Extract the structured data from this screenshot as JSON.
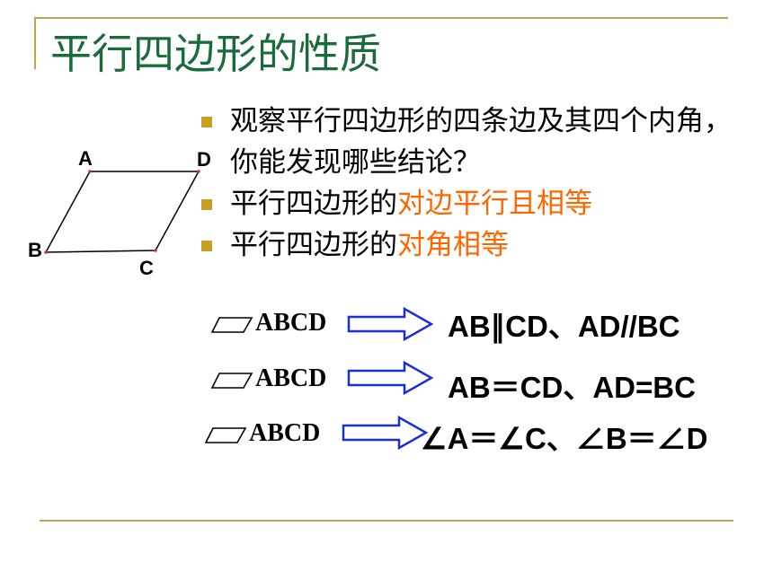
{
  "slide": {
    "title": "平行四边形的性质"
  },
  "bullets": [
    {
      "plain": "观察平行四边形的四条边及其四个内角，你能发现哪些结论？",
      "highlight": ""
    },
    {
      "plain": "平行四边形的",
      "highlight": "对边平行且相等"
    },
    {
      "plain": "平行四边形的",
      "highlight": "对角相等"
    }
  ],
  "figure": {
    "vertex_a": "A",
    "vertex_b": "B",
    "vertex_c": "C",
    "vertex_d": "D"
  },
  "implications": [
    {
      "premise": "ABCD",
      "conclusion": "AB∥CD、AD//BC"
    },
    {
      "premise": "ABCD",
      "conclusion": "AB＝CD、AD=BC"
    },
    {
      "premise": "ABCD",
      "conclusion": "∠A＝∠C、∠B＝∠D"
    }
  ],
  "colors": {
    "title": "#1a6b3a",
    "highlight": "#ff6600",
    "bullet_marker": "#c8a024",
    "rule": "#c8a24a",
    "arrow": "#1a2ed6"
  }
}
